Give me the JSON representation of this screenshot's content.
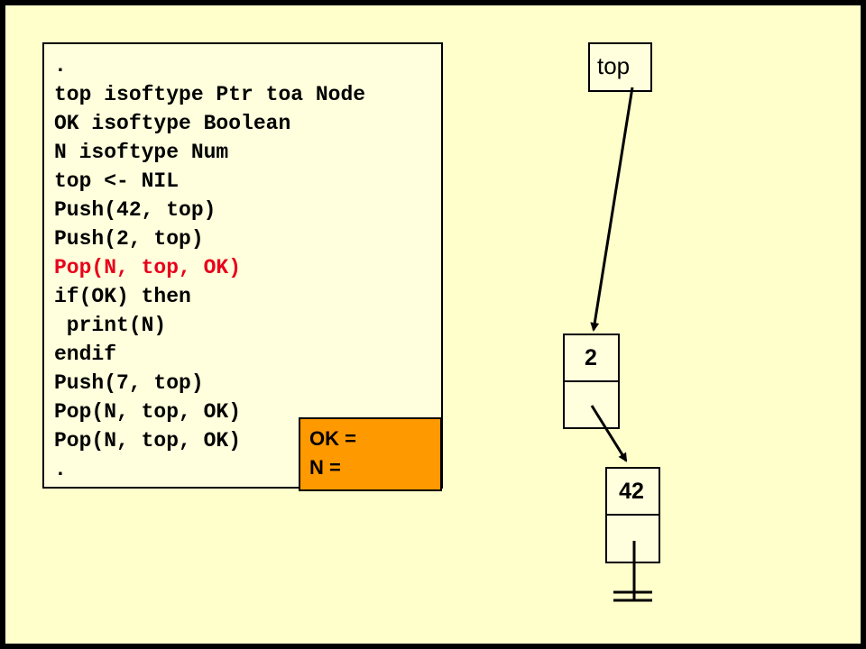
{
  "code": {
    "lines": [
      ".",
      "top isoftype Ptr toa Node",
      "OK isoftype Boolean",
      "N isoftype Num",
      "top <- NIL",
      "Push(42, top)",
      "Push(2, top)",
      "Pop(N, top, OK)",
      "if(OK) then",
      " print(N)",
      "endif",
      "Push(7, top)",
      "Pop(N, top, OK)",
      "Pop(N, top, OK)",
      "."
    ],
    "highlight_color": "#e8001c"
  },
  "status": {
    "ok_label": "OK =",
    "n_label": "N ="
  },
  "diagram": {
    "pointer_label": "top",
    "nodes": [
      {
        "value": "2"
      },
      {
        "value": "42"
      }
    ]
  },
  "colors": {
    "background": "#ffffcc",
    "status_fill": "#ff9900",
    "highlight": "#e8001c"
  }
}
